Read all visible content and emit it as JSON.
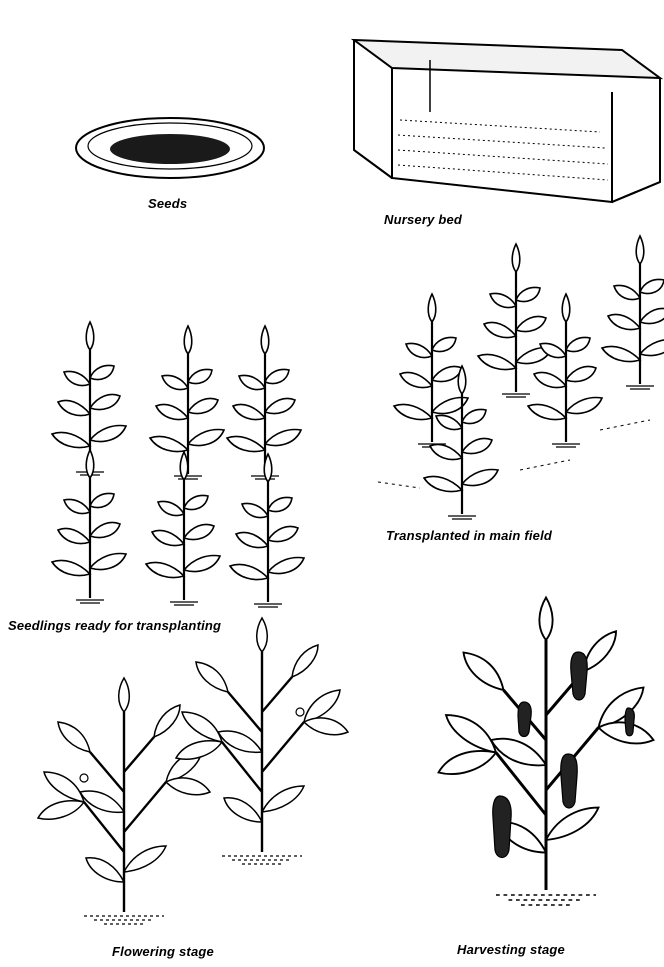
{
  "captions": {
    "seeds": "Seeds",
    "nursery_bed": "Nursery bed",
    "transplanted": "Transplanted in main field",
    "seedlings": "Seedlings ready for transplanting",
    "flowering": "Flowering stage",
    "harvesting": "Harvesting stage"
  }
}
